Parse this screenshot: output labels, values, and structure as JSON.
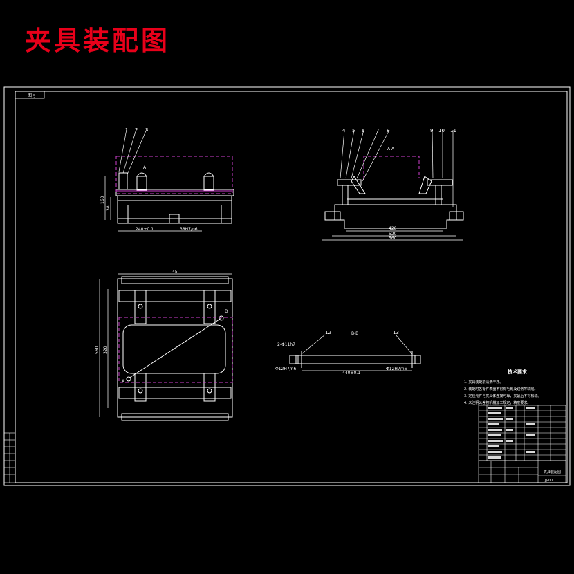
{
  "title": "夹具装配图",
  "frame": {
    "corner_label": "图号"
  },
  "front_view": {
    "balloons": [
      "1",
      "2",
      "3"
    ],
    "section_mark": "A",
    "dim_height": "160",
    "dim_height2": "38",
    "dim_bottom_left": "240±0.1",
    "dim_bottom_right": "38H7/n6"
  },
  "side_view": {
    "balloons": [
      "4",
      "5",
      "6",
      "7",
      "8",
      "9",
      "10",
      "11"
    ],
    "section_label": "A-A",
    "dim_inner": "420",
    "dim_mid": "520",
    "dim_outer": "560"
  },
  "top_view": {
    "dim_top": "45",
    "dim_left": "560",
    "dim_left2": "320",
    "marker": "D",
    "marker2": "A"
  },
  "detail_view": {
    "balloons": [
      "12",
      "13"
    ],
    "section_label": "B-B",
    "dim_left_top": "2-Φ11h7",
    "dim_left_bottom": "Φ12H7/n6",
    "dim_center": "440±0.1",
    "dim_right": "Φ12H7/n6"
  },
  "tech_requirements": {
    "heading": "技术要求",
    "lines": [
      "1. 夹具装配前清洗干净。",
      "2. 装配时各零件表面不得有毛刺及碰伤等缺陷。",
      "3. 定位元件与夹具体连接可靠，夹紧后不得松动。",
      "4. 未注明公差按机械加工规定，精度要求。"
    ]
  },
  "title_block": {
    "name": "夹具装配图",
    "code": "JJ-00"
  }
}
